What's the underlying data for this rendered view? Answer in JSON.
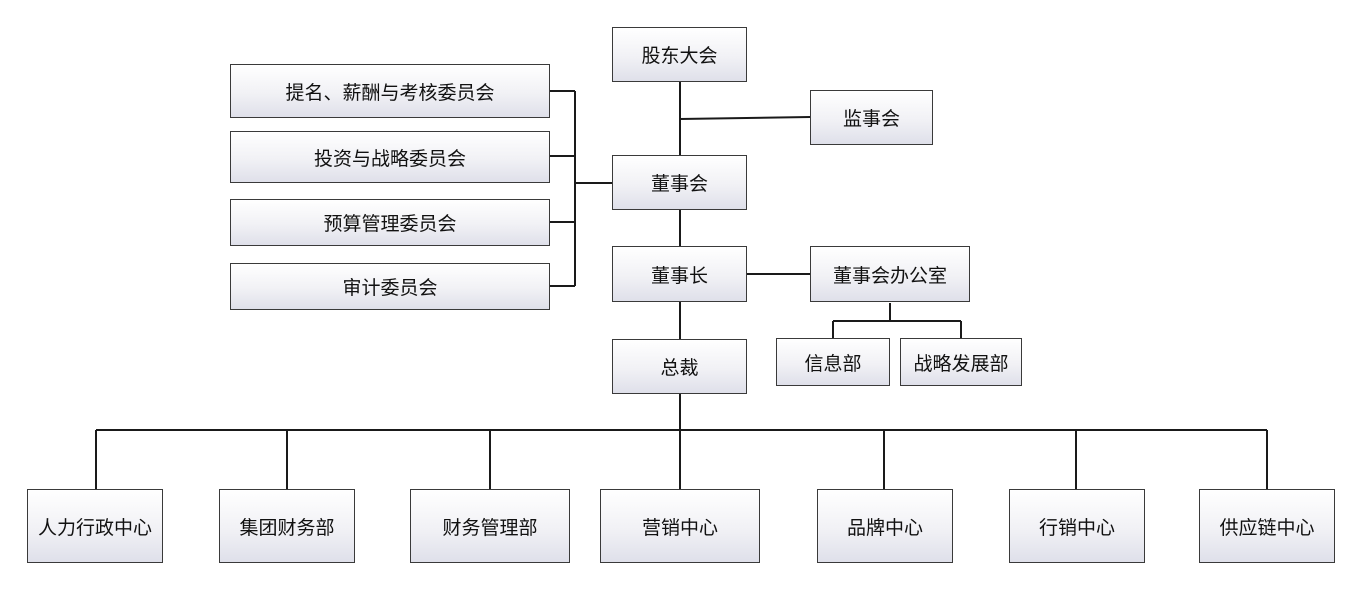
{
  "chart": {
    "shareholders": "股东大会",
    "supervisors": "监事会",
    "board": "董事会",
    "chairman": "董事长",
    "board_office": "董事会办公室",
    "info_dept": "信息部",
    "strategy_dept": "战略发展部",
    "president": "总裁",
    "committees": [
      "提名、薪酬与考核委员会",
      "投资与战略委员会",
      "预算管理委员会",
      "审计委员会"
    ],
    "departments": [
      "人力行政中心",
      "集团财务部",
      "财务管理部",
      "营销中心",
      "品牌中心",
      "行销中心",
      "供应链中心"
    ]
  }
}
